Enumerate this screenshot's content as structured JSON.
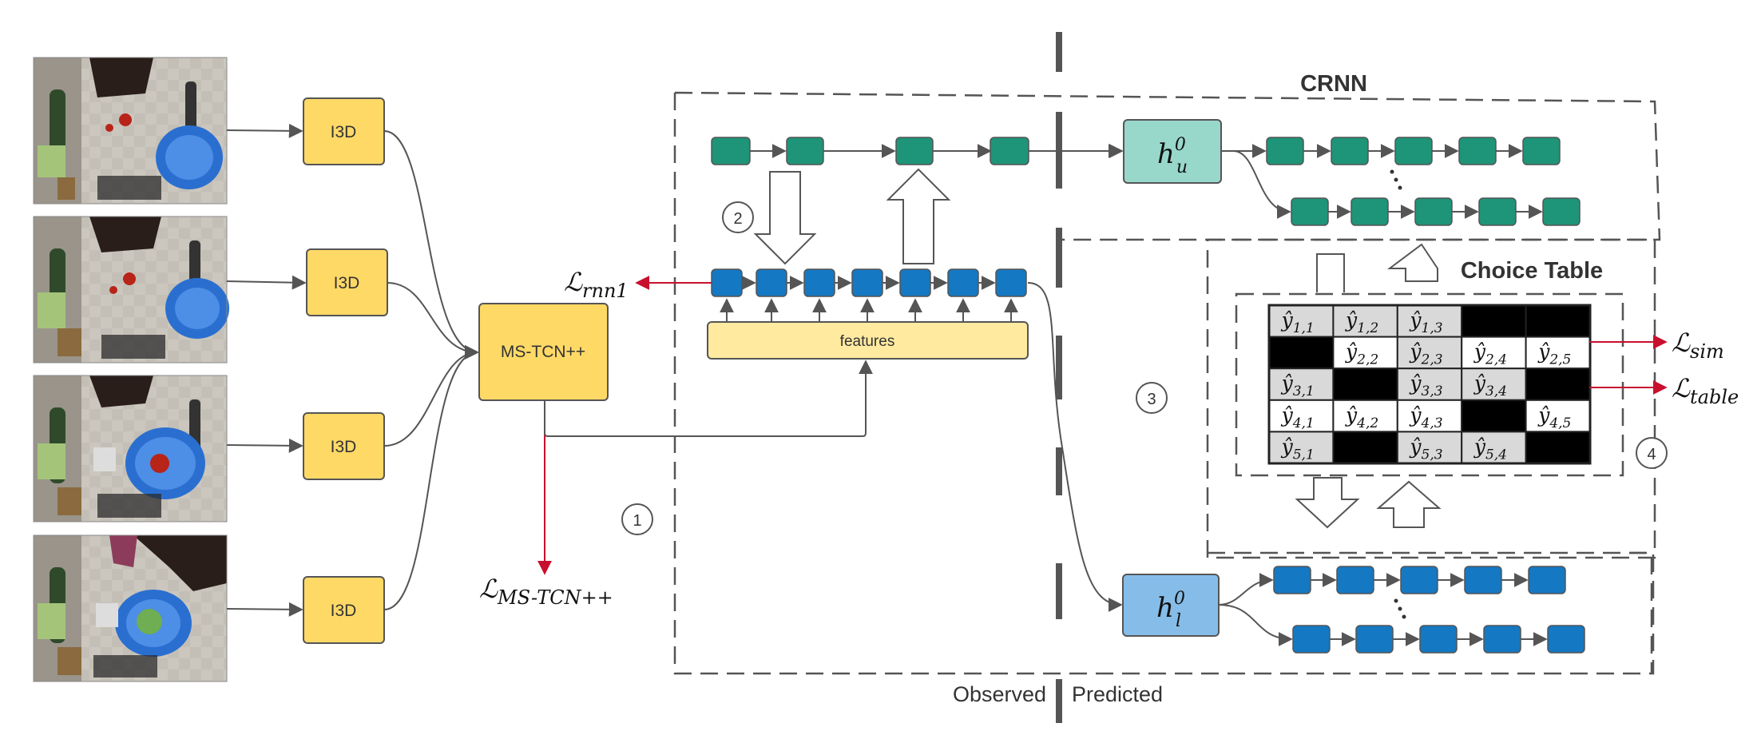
{
  "encoders": [
    "I3D",
    "I3D",
    "I3D",
    "I3D"
  ],
  "backbone": "MS-TCN++",
  "features": "features",
  "crnn_title": "CRNN",
  "choice_table_title": "Choice Table",
  "observed": "Observed",
  "predicted": "Predicted",
  "step_markers": [
    "1",
    "2",
    "3",
    "4"
  ],
  "losses": {
    "mstcn": {
      "symbol": "ℒ",
      "sub": "MS-TCN++"
    },
    "rnn1": {
      "symbol": "ℒ",
      "sub": "rnn1"
    },
    "sim": {
      "symbol": "ℒ",
      "sub": "sim"
    },
    "table": {
      "symbol": "ℒ",
      "sub": "table"
    }
  },
  "hidden_states": {
    "upper": {
      "base": "h",
      "sub": "u",
      "sup": "0"
    },
    "lower": {
      "base": "h",
      "sub": "l",
      "sup": "0"
    }
  },
  "choice_table": {
    "cell_symbol": "ŷ",
    "rows": [
      [
        "1,1",
        "1,2",
        "1,3",
        null,
        null
      ],
      [
        null,
        "2,2",
        "2,3",
        "2,4",
        "2,5"
      ],
      [
        "3,1",
        null,
        "3,3",
        "3,4",
        null
      ],
      [
        "4,1",
        "4,2",
        "4,3",
        null,
        "4,5"
      ],
      [
        "5,1",
        null,
        "5,3",
        "5,4",
        null
      ]
    ],
    "shaded": [
      [
        true,
        true,
        true,
        false,
        false
      ],
      [
        false,
        false,
        true,
        false,
        false
      ],
      [
        true,
        false,
        true,
        true,
        false
      ],
      [
        false,
        false,
        false,
        false,
        false
      ],
      [
        true,
        false,
        true,
        true,
        false
      ]
    ]
  },
  "colors": {
    "yellow_box": "#ffd966",
    "features_box": "#ffeaa0",
    "teal_node": "#1e9478",
    "blue_node": "#1478c3",
    "hu_box": "#98d8cb",
    "hl_box": "#86bde8",
    "loss_arrow": "#c8102e",
    "line": "#555555"
  }
}
